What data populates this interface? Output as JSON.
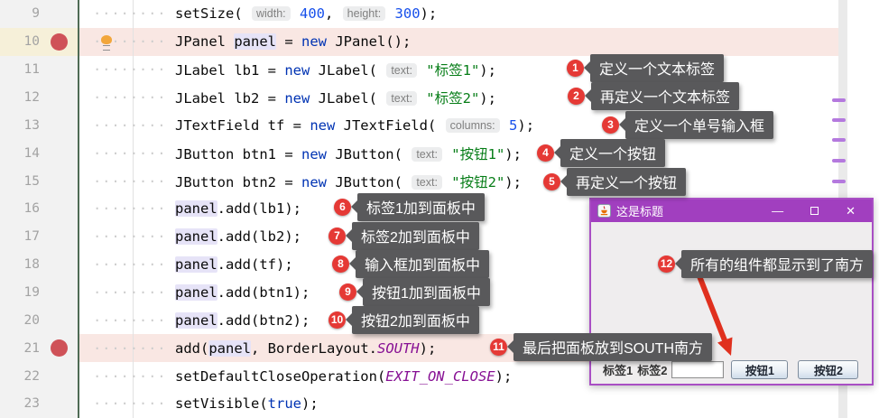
{
  "theme": {
    "breakpoint-red": "#CF5258",
    "line-pink": "#F9E7E3",
    "gutter-cream": "#F6F0D9",
    "occ-lavender": "#E6E3F7",
    "kw-blue": "#0033B3",
    "num-blue": "#1750EB",
    "str-green": "#067D17",
    "const-purple": "#871094",
    "callout-gray": "#59595B",
    "badge-red": "#E53935",
    "titlebar-purple": "#A13FBF",
    "winborder-purple": "#A94FC4",
    "arrow-red": "#E0301E",
    "scrollmark-purple": "#B479DE"
  },
  "editor": {
    "lines": [
      {
        "num": "9",
        "tokens": [
          [
            "p",
            "setSize( "
          ],
          [
            "inlay",
            "width:"
          ],
          [
            "p",
            " "
          ],
          [
            "num",
            "400"
          ],
          [
            "p",
            ", "
          ],
          [
            "inlay",
            "height:"
          ],
          [
            "p",
            " "
          ],
          [
            "num",
            "300"
          ],
          [
            "p",
            ");"
          ]
        ]
      },
      {
        "num": "10",
        "tokens": [
          [
            "p",
            "JPanel "
          ],
          [
            "occ",
            "panel"
          ],
          [
            "p",
            " = "
          ],
          [
            "kw",
            "new"
          ],
          [
            "p",
            " JPanel();"
          ]
        ]
      },
      {
        "num": "11",
        "tokens": [
          [
            "p",
            "JLabel lb1 = "
          ],
          [
            "kw",
            "new"
          ],
          [
            "p",
            " JLabel( "
          ],
          [
            "inlay",
            "text:"
          ],
          [
            "p",
            " "
          ],
          [
            "str",
            "\"标签1\""
          ],
          [
            "p",
            ");"
          ]
        ]
      },
      {
        "num": "12",
        "tokens": [
          [
            "p",
            "JLabel lb2 = "
          ],
          [
            "kw",
            "new"
          ],
          [
            "p",
            " JLabel( "
          ],
          [
            "inlay",
            "text:"
          ],
          [
            "p",
            " "
          ],
          [
            "str",
            "\"标签2\""
          ],
          [
            "p",
            ");"
          ]
        ]
      },
      {
        "num": "13",
        "tokens": [
          [
            "p",
            "JTextField tf = "
          ],
          [
            "kw",
            "new"
          ],
          [
            "p",
            " JTextField( "
          ],
          [
            "inlay",
            "columns:"
          ],
          [
            "p",
            " "
          ],
          [
            "num",
            "5"
          ],
          [
            "p",
            ");"
          ]
        ]
      },
      {
        "num": "14",
        "tokens": [
          [
            "p",
            "JButton btn1 = "
          ],
          [
            "kw",
            "new"
          ],
          [
            "p",
            " JButton( "
          ],
          [
            "inlay",
            "text:"
          ],
          [
            "p",
            " "
          ],
          [
            "str",
            "\"按钮1\""
          ],
          [
            "p",
            ");"
          ]
        ]
      },
      {
        "num": "15",
        "tokens": [
          [
            "p",
            "JButton btn2 = "
          ],
          [
            "kw",
            "new"
          ],
          [
            "p",
            " JButton( "
          ],
          [
            "inlay",
            "text:"
          ],
          [
            "p",
            " "
          ],
          [
            "str",
            "\"按钮2\""
          ],
          [
            "p",
            ");"
          ]
        ]
      },
      {
        "num": "16",
        "tokens": [
          [
            "occ",
            "panel"
          ],
          [
            "p",
            ".add(lb1);"
          ]
        ]
      },
      {
        "num": "17",
        "tokens": [
          [
            "occ",
            "panel"
          ],
          [
            "p",
            ".add(lb2);"
          ]
        ]
      },
      {
        "num": "18",
        "tokens": [
          [
            "occ",
            "panel"
          ],
          [
            "p",
            ".add(tf);"
          ]
        ]
      },
      {
        "num": "19",
        "tokens": [
          [
            "occ",
            "panel"
          ],
          [
            "p",
            ".add(btn1);"
          ]
        ]
      },
      {
        "num": "20",
        "tokens": [
          [
            "occ",
            "panel"
          ],
          [
            "p",
            ".add(btn2);"
          ]
        ]
      },
      {
        "num": "21",
        "tokens": [
          [
            "p",
            "add("
          ],
          [
            "occ",
            "panel"
          ],
          [
            "p",
            ", BorderLayout."
          ],
          [
            "st",
            "SOUTH"
          ],
          [
            "p",
            ");"
          ]
        ]
      },
      {
        "num": "22",
        "tokens": [
          [
            "p",
            "setDefaultCloseOperation("
          ],
          [
            "st",
            "EXIT_ON_CLOSE"
          ],
          [
            "p",
            ");"
          ]
        ]
      },
      {
        "num": "23",
        "tokens": [
          [
            "p",
            "setVisible("
          ],
          [
            "kw",
            "true"
          ],
          [
            "p",
            ");"
          ]
        ]
      }
    ]
  },
  "scrollbar": {
    "marks_y": [
      109,
      131,
      153,
      176,
      199
    ]
  },
  "annotations": [
    {
      "n": "1",
      "text": "定义一个文本标签"
    },
    {
      "n": "2",
      "text": "再定义一个文本标签"
    },
    {
      "n": "3",
      "text": "定义一个单号输入框"
    },
    {
      "n": "4",
      "text": "定义一个按钮"
    },
    {
      "n": "5",
      "text": "再定义一个按钮"
    },
    {
      "n": "6",
      "text": "标签1加到面板中"
    },
    {
      "n": "7",
      "text": "标签2加到面板中"
    },
    {
      "n": "8",
      "text": "输入框加到面板中"
    },
    {
      "n": "9",
      "text": "按钮1加到面板中"
    },
    {
      "n": "10",
      "text": "按钮2加到面板中"
    },
    {
      "n": "11",
      "text": "最后把面板放到SOUTH南方"
    },
    {
      "n": "12",
      "text": "所有的组件都显示到了南方"
    }
  ],
  "window": {
    "title": "这是标题",
    "minimize_glyph": "—",
    "close_glyph": "✕",
    "labels": [
      "标签1",
      "标签2"
    ],
    "field_value": "",
    "buttons": [
      "按钮1",
      "按钮2"
    ]
  }
}
